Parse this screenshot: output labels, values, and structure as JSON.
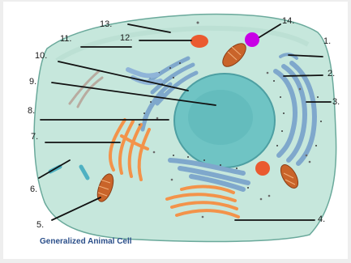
{
  "caption": "Generalized Animal Cell",
  "colors": {
    "cytoplasm": "#c6e7dc",
    "nucleus": "#6fc4c4",
    "golgi": "#8fb4d8",
    "rough_er": "#7fa8cc",
    "smooth_er": "#f3934a",
    "mitochondrion": "#c9642a",
    "lysosome": "#ea5a30",
    "centrosome": "#c800e6",
    "centriole": "#4fb1c2"
  },
  "labels": [
    "1.",
    "2.",
    "3.",
    "4.",
    "5.",
    "6.",
    "7.",
    "8.",
    "9.",
    "10.",
    "11.",
    "12.",
    "13.",
    "14."
  ]
}
